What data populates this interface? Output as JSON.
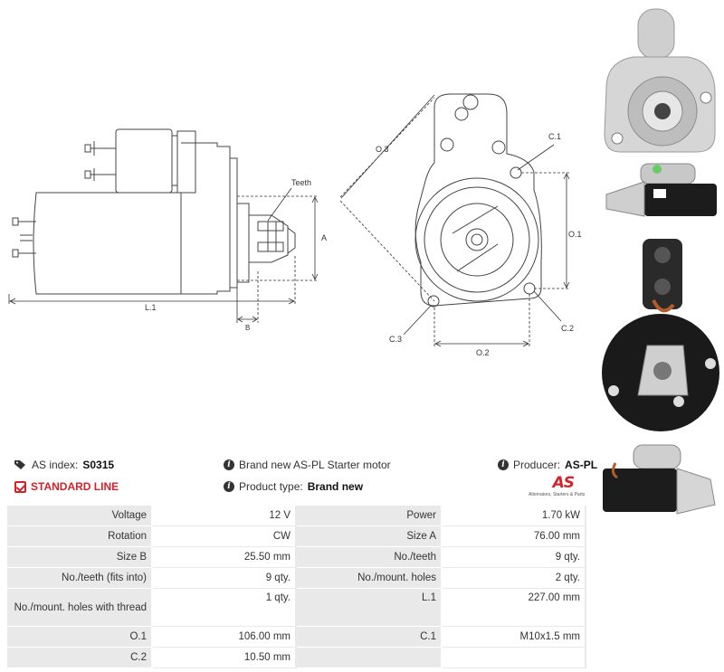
{
  "drawing": {
    "teeth_label": "Teeth",
    "dim_A": "A",
    "dim_B": "B",
    "dim_L1": "L.1",
    "dim_O1": "O.1",
    "dim_O2": "O.2",
    "dim_O3": "O.3",
    "dim_C1": "C.1",
    "dim_C2": "C.2",
    "dim_C3": "C.3"
  },
  "header": {
    "as_index_label": "AS index:",
    "as_index_value": "S0315",
    "standard_line": "STANDARD LINE",
    "description": "Brand new AS-PL Starter motor",
    "product_type_label": "Product type:",
    "product_type_value": "Brand new",
    "producer_label": "Producer:",
    "producer_value": "AS-PL",
    "logo_text": "AS",
    "logo_subtext": "Alternators, Starters & Parts"
  },
  "specs": [
    {
      "l1": "Voltage",
      "v1": "12 V",
      "l2": "Power",
      "v2": "1.70 kW"
    },
    {
      "l1": "Rotation",
      "v1": "CW",
      "l2": "Size A",
      "v2": "76.00 mm"
    },
    {
      "l1": "Size B",
      "v1": "25.50 mm",
      "l2": "No./teeth",
      "v2": "9 qty."
    },
    {
      "l1": "No./teeth (fits into)",
      "v1": "9 qty.",
      "l2": "No./mount. holes",
      "v2": "2 qty."
    },
    {
      "l1": "No./mount. holes with thread",
      "v1": "1 qty.",
      "l2": "L.1",
      "v2": "227.00 mm"
    },
    {
      "l1": "O.1",
      "v1": "106.00 mm",
      "l2": "C.1",
      "v2": "M10x1.5 mm"
    },
    {
      "l1": "C.2",
      "v1": "10.50 mm",
      "l2": "",
      "v2": ""
    }
  ],
  "colors": {
    "accent_red": "#d3232a",
    "label_bg": "#e9e9e9"
  }
}
